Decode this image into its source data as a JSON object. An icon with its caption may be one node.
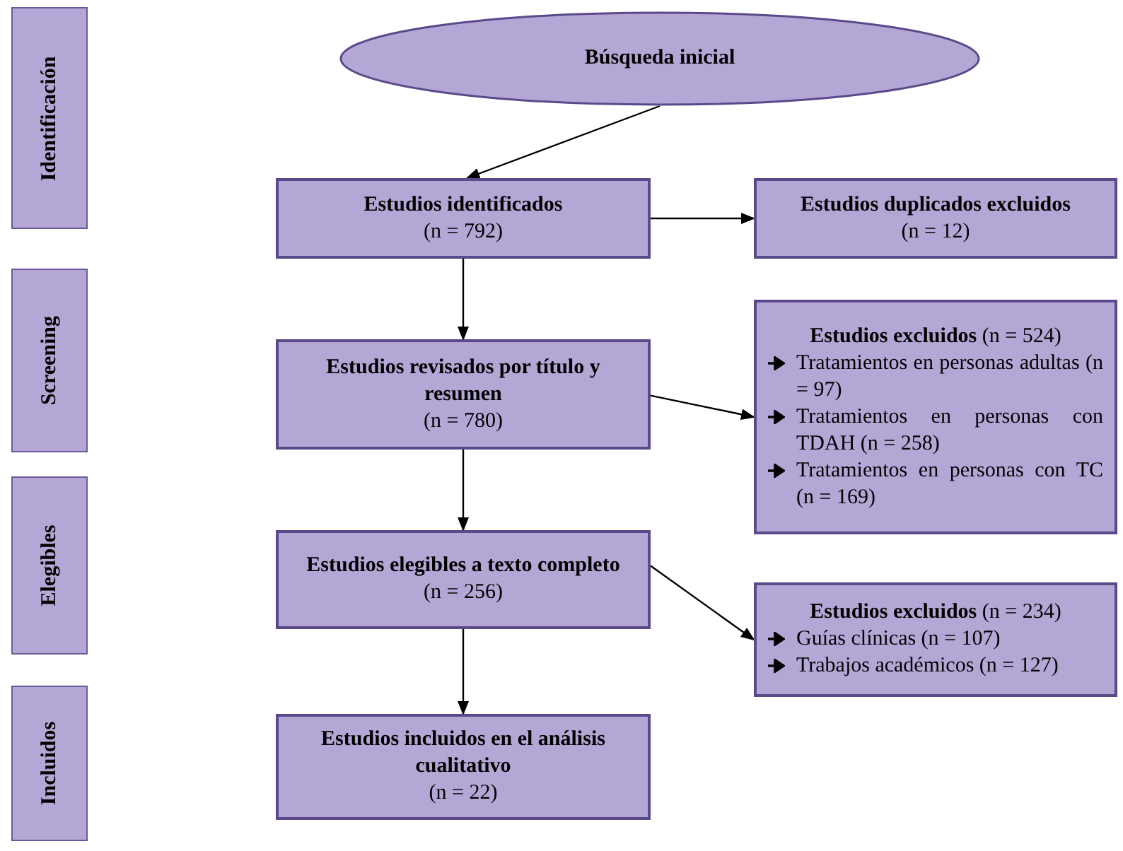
{
  "diagram": {
    "nodes": [
      {
        "text": [
          "Identificación"
        ]
      },
      {
        "text": [
          "Screening"
        ]
      },
      {
        "text": [
          "Elegibles"
        ]
      },
      {
        "text": [
          "Incluidos"
        ]
      },
      {
        "text": [
          "Búsqueda inicial"
        ]
      },
      {
        "text": [
          "Estudios identificados",
          "(n = 792)"
        ]
      },
      {
        "text": [
          "Estudios duplicados excluidos",
          "(n = 12)"
        ]
      },
      {
        "text": [
          "Estudios revisados por título y resumen",
          "(n = 780)"
        ]
      },
      {
        "text": [
          "**Estudios excluidos** (n = 524)",
          "Tratamientos en personas adultas (n = 97)",
          "Tratamientos en personas con TDAH (n = 258)",
          "Tratamientos en personas con TC (n = 169)"
        ]
      },
      {
        "text": [
          "Estudios elegibles a texto completo",
          "(n = 256)"
        ]
      },
      {
        "text": [
          "**Estudios excluidos** (n = 234)",
          "Guías clínicas (n = 107)",
          "Trabajos académicos (n = 127)"
        ]
      },
      {
        "text": [
          "Estudios incluidos en el análisis cualitativo",
          "(n = 22)"
        ]
      }
    ],
    "edges": [
      {
        "from": 4,
        "to": 5,
        "arrow": "to"
      },
      {
        "from": 5,
        "to": 6,
        "arrow": "to"
      },
      {
        "from": 5,
        "to": 7,
        "arrow": "to"
      },
      {
        "from": 7,
        "to": 8,
        "arrow": "to"
      },
      {
        "from": 7,
        "to": 9,
        "arrow": "to"
      },
      {
        "from": 9,
        "to": 10,
        "arrow": "to"
      },
      {
        "from": 9,
        "to": 11,
        "arrow": "to"
      }
    ]
  }
}
